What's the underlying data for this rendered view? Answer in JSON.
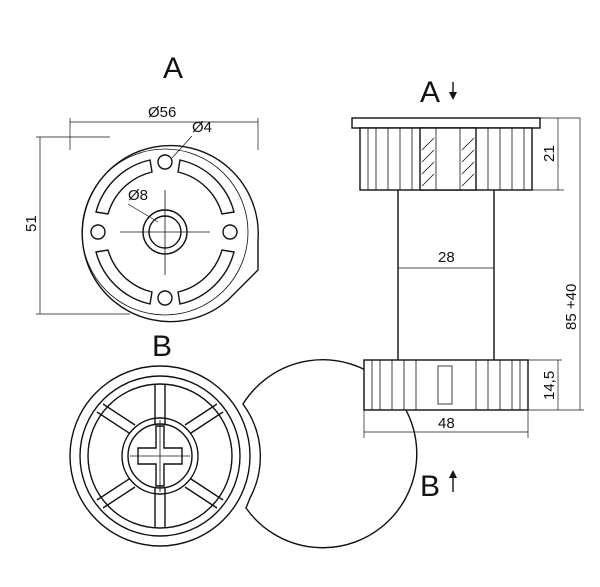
{
  "views": {
    "top_label": "A",
    "bottom_label": "B",
    "side_top_label": "A",
    "side_bottom_label": "B"
  },
  "dimensions": {
    "outer_diameter": "Ø56",
    "small_hole": "Ø4",
    "center_hole": "Ø8",
    "height_view_a": "51",
    "top_cap_height": "21",
    "shaft_diameter": "28",
    "total_height": "85 +40",
    "bottom_cap_height": "14,5",
    "base_width": "48"
  },
  "colors": {
    "ink": "#111111",
    "background": "#ffffff"
  }
}
